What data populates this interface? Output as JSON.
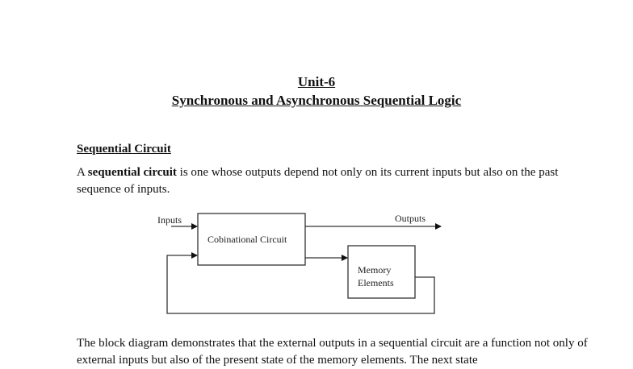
{
  "document": {
    "title_line1": "Unit-6",
    "title_line2": "Synchronous and Asynchronous Sequential Logic",
    "section_heading": "Sequential Circuit",
    "paragraph1": {
      "lead": "A ",
      "bold_term": "sequential circuit",
      "rest": " is one whose outputs depend not only on its current inputs but also on the past sequence of inputs."
    },
    "paragraph2": "The block diagram demonstrates that the external outputs in a sequential circuit are a function not only of external inputs but also of the present state of the memory elements. The next state"
  },
  "diagram": {
    "inputs_label": "Inputs",
    "outputs_label": "Outputs",
    "combinational_label": "Cobinational Circuit",
    "memory_label_line1": "Memory",
    "memory_label_line2": "Elements"
  }
}
